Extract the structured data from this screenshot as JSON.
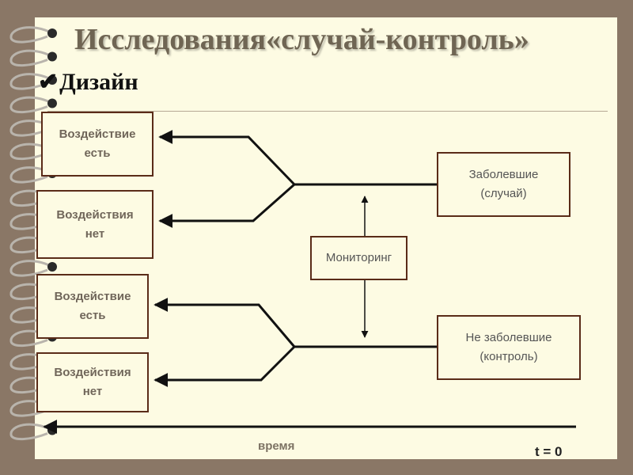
{
  "title": "Исследования«случай-контроль»",
  "subtitle": {
    "check": "✔",
    "text": "Дизайн"
  },
  "boxes": {
    "exposed_top": "Воздействие\nесть",
    "unexposed_top": "Воздействия\nнет",
    "exposed_bottom": "Воздействие\nесть",
    "unexposed_bottom": "Воздействия\nнет",
    "cases": "Заболевшие\n(случай)",
    "monitoring": "Мониторинг",
    "controls": "Не заболевшие\n(контроль)"
  },
  "timeline": {
    "label": "время",
    "t0": "t = 0"
  }
}
